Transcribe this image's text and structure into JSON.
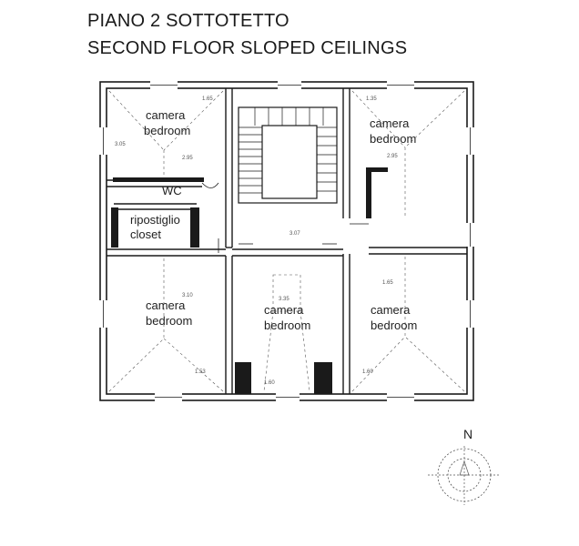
{
  "title": {
    "line1": "PIANO 2 SOTTOTETTO",
    "line2": "SECOND FLOOR SLOPED CEILINGS"
  },
  "rooms": [
    {
      "id": "top-left",
      "it": "camera",
      "en": "bedroom"
    },
    {
      "id": "wc",
      "it": "WC",
      "en": ""
    },
    {
      "id": "closet",
      "it": "ripostiglio",
      "en": "closet"
    },
    {
      "id": "top-right",
      "it": "camera",
      "en": "bedroom"
    },
    {
      "id": "bottom-left",
      "it": "camera",
      "en": "bedroom"
    },
    {
      "id": "bottom-center",
      "it": "camera",
      "en": "bedroom"
    },
    {
      "id": "bottom-right",
      "it": "camera",
      "en": "bedroom"
    }
  ],
  "dimensions": [
    "1.65",
    "2.95",
    "1.35",
    "2.95",
    "3.07",
    "3.10",
    "3.35",
    "1.65",
    "1.53",
    "1.60",
    "1.60",
    "3.05"
  ],
  "compass": {
    "north_label": "N",
    "icon": "compass-rose-icon"
  },
  "colors": {
    "wall": "#1a1a1a",
    "hatch": "#555555"
  }
}
